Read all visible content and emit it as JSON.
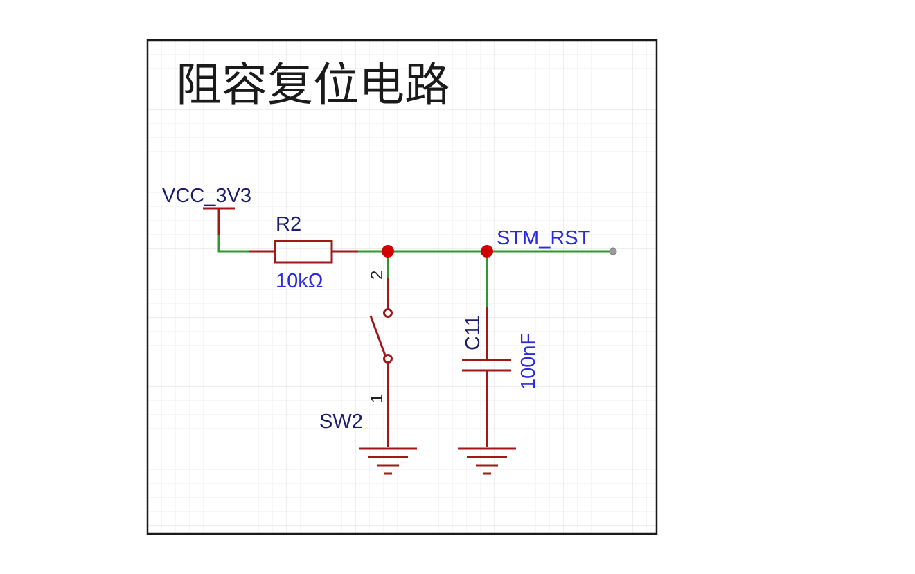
{
  "title": "阻容复位电路",
  "power": {
    "net": "VCC_3V3"
  },
  "resistor": {
    "ref": "R2",
    "value": "10kΩ"
  },
  "switch": {
    "ref": "SW2",
    "pin_top": "2",
    "pin_bottom": "1"
  },
  "capacitor": {
    "ref": "C11",
    "value": "100nF"
  },
  "output": {
    "net": "STM_RST"
  },
  "colors": {
    "wire": "#2e9a2e",
    "component": "#a01818",
    "junction": "#d00000",
    "label_dark": "#1c1c6e",
    "label_blue": "#2a2ae0",
    "grid": "#e3e3e3"
  }
}
